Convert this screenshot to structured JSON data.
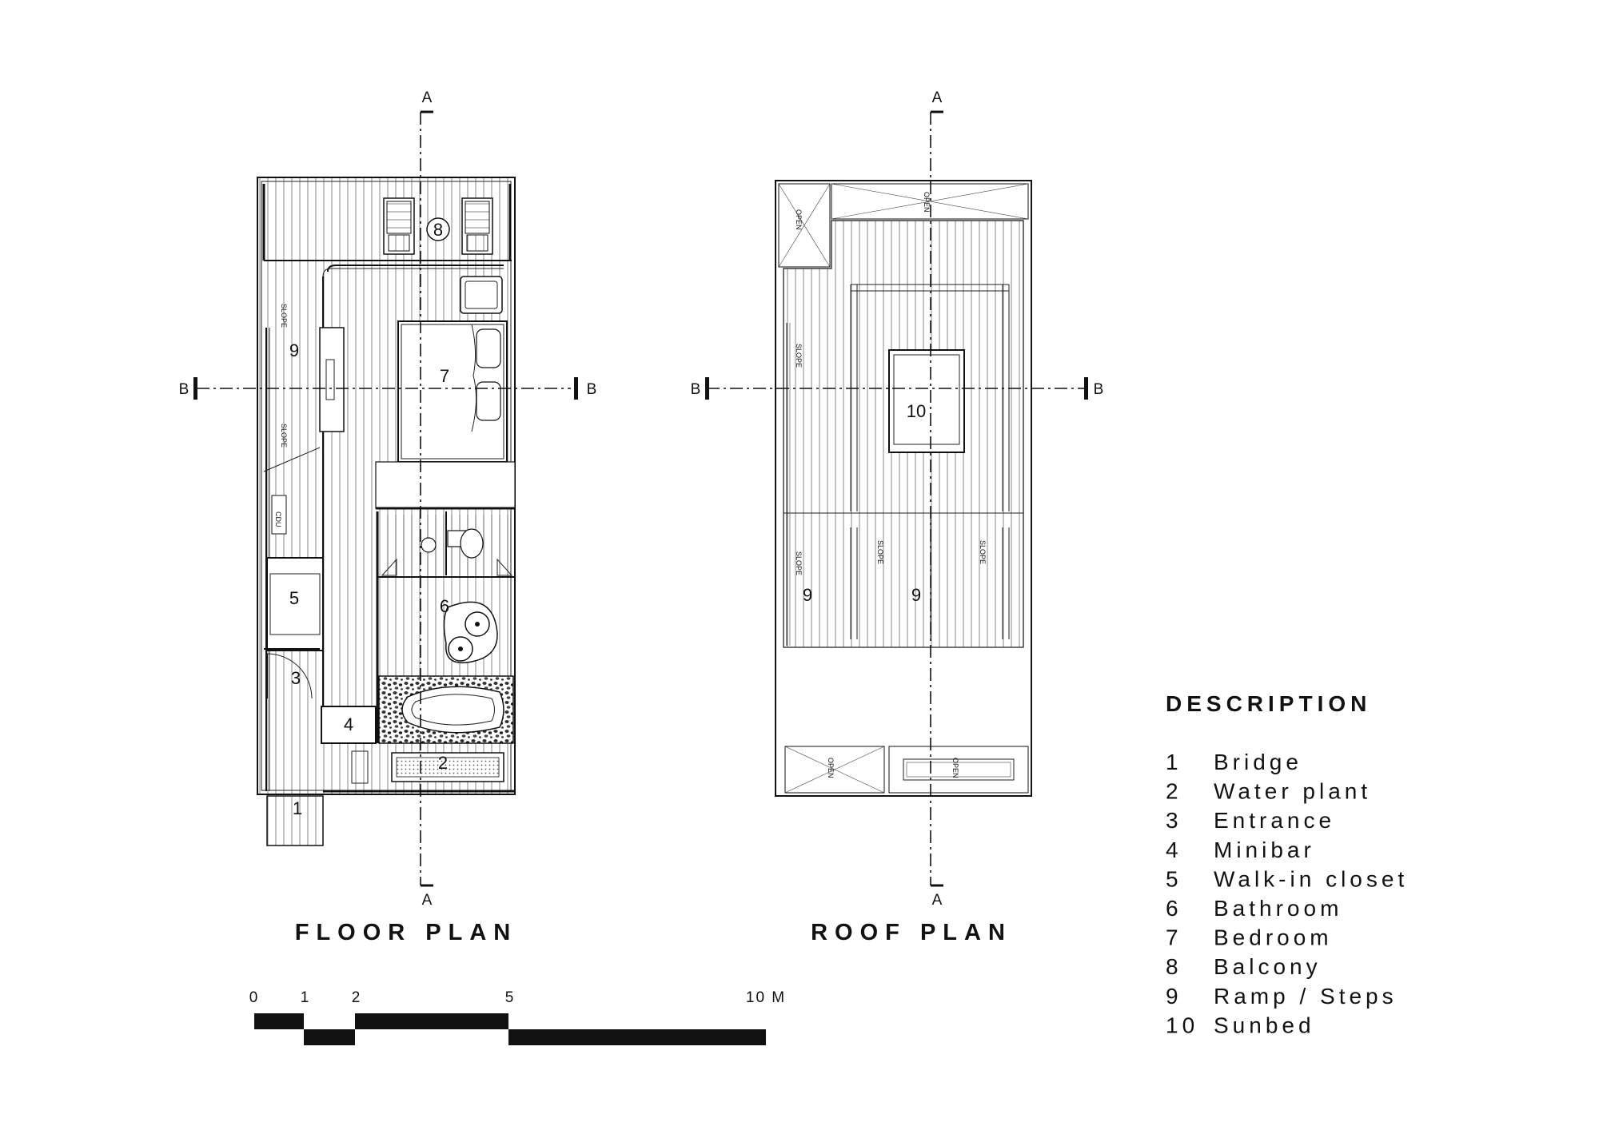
{
  "floor_plan": {
    "title": "FLOOR PLAN",
    "rooms": [
      {
        "num": "1",
        "name": "Bridge"
      },
      {
        "num": "2",
        "name": "Water plant"
      },
      {
        "num": "3",
        "name": "Entrance"
      },
      {
        "num": "4",
        "name": "Minibar"
      },
      {
        "num": "5",
        "name": "Walk-in closet"
      },
      {
        "num": "6",
        "name": "Bathroom"
      },
      {
        "num": "7",
        "name": "Bedroom"
      },
      {
        "num": "8",
        "name": "Balcony"
      },
      {
        "num": "9",
        "name": "Ramp / Steps"
      }
    ],
    "notes": {
      "slope": "SLOPE",
      "cdu": "CDU"
    }
  },
  "roof_plan": {
    "title": "ROOF PLAN",
    "labels": {
      "ramp_a": "9",
      "ramp_b": "9",
      "sunbed": "10"
    },
    "notes": {
      "open": "OPEN",
      "slope": "SLOPE"
    }
  },
  "section_marks": {
    "a": "A",
    "b": "B"
  },
  "description": {
    "title": "DESCRIPTION",
    "items": [
      {
        "num": "1",
        "name": "Bridge"
      },
      {
        "num": "2",
        "name": "Water plant"
      },
      {
        "num": "3",
        "name": "Entrance"
      },
      {
        "num": "4",
        "name": "Minibar"
      },
      {
        "num": "5",
        "name": "Walk-in closet"
      },
      {
        "num": "6",
        "name": "Bathroom"
      },
      {
        "num": "7",
        "name": "Bedroom"
      },
      {
        "num": "8",
        "name": "Balcony"
      },
      {
        "num": "9",
        "name": "Ramp / Steps"
      },
      {
        "num": "10",
        "name": "Sunbed"
      }
    ]
  },
  "scale_bar": {
    "ticks": [
      "0",
      "1",
      "2",
      "5",
      "10 M"
    ]
  }
}
